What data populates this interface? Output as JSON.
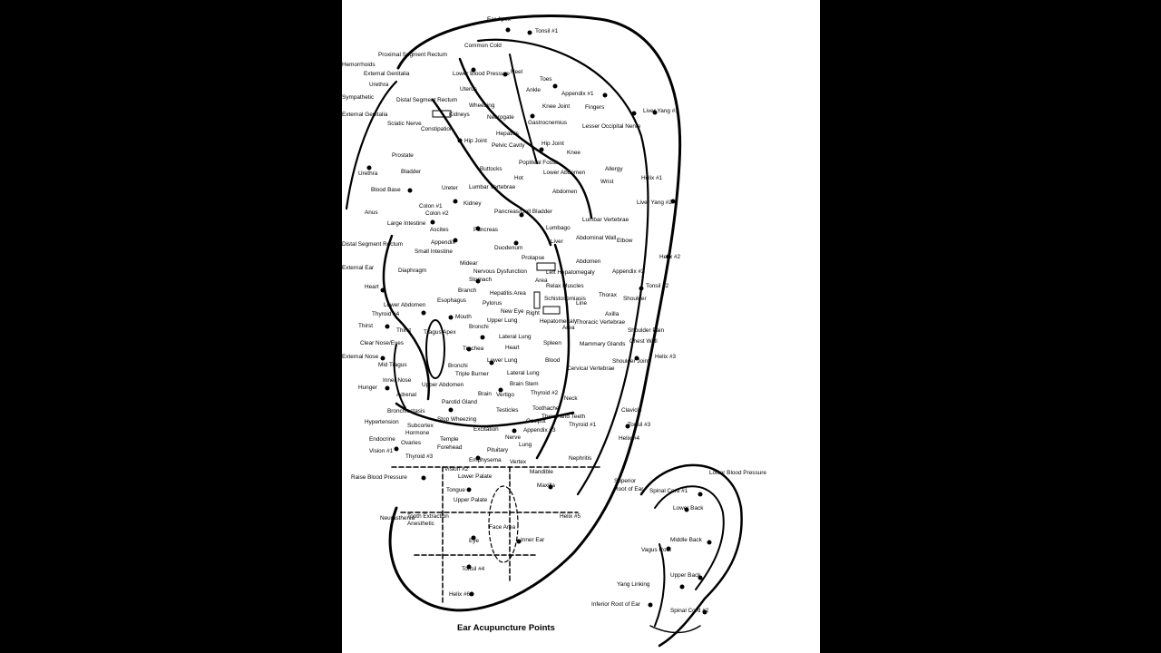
{
  "caption": "Ear Acupuncture Points",
  "labels": [
    "Ear Apex",
    "Tonsil #1",
    "Common Cold",
    "Proximal Segment Rectum",
    "Hemorrhoids",
    "External Genitalia",
    "Lower Blood Pressure",
    "Heel",
    "Toes",
    "Urethra",
    "Uterus",
    "Ankle",
    "Appendix #1",
    "Sympathetic",
    "Distal Segment Rectum",
    "Wheezing",
    "Knee Joint",
    "Fingers",
    "Liver Yang #1",
    "External Genitalia",
    "Kidneys",
    "Neurogate",
    "Gastrocnemius",
    "Sciatic Nerve",
    "Constipation",
    "Lesser Occipital Nerve",
    "Hepatitis",
    "Hip Joint",
    "Pelvic Cavity",
    "Hip Joint",
    "Prostate",
    "Knee",
    "Popliteal Fossa",
    "Allergy",
    "Buttocks",
    "Lower Abdomen",
    "Urethra",
    "Bladder",
    "Hot",
    "Wrist",
    "Helix #1",
    "Blood Base",
    "Lumbar Vertebrae",
    "Ureter",
    "Abdomen",
    "Liver Yang #2",
    "Colon #1",
    "Kidney",
    "Anus",
    "Colon #2",
    "Pancreas/Gall Bladder",
    "Large Intestine",
    "Lumbar Vertebrae",
    "Ascites",
    "Pancreas",
    "Lumbago",
    "Abdominal Wall",
    "Distal Segment Rectum",
    "Appendix",
    "Liver",
    "Elbow",
    "Small Intestine",
    "Duodenum",
    "Helix #2",
    "Prolapse",
    "Abdomen",
    "External Ear",
    "Diaphragm",
    "Midear",
    "Nervous Dysfunction",
    "Left Hepatomegaly",
    "Appendix #2",
    "Stomach",
    "Area",
    "Relax Muscles",
    "Tonsil #2",
    "Heart",
    "Branch",
    "Hepatitis Area",
    "Schistosomiasis",
    "Line",
    "Thorax",
    "Lower Abdomen",
    "Esophagus",
    "Pylorus",
    "Shoulder",
    "Thyroid #4",
    "Mouth",
    "New Eye",
    "Right",
    "Upper Lung",
    "Hepatomegaly",
    "Thoracic Vertebrae",
    "Axilla",
    "Thirst",
    "Thirst",
    "Bronchi",
    "Area",
    "Tragus Apex",
    "Lateral Lung",
    "Shoulder Pain",
    "Clear Nose/Eyes",
    "Trachea",
    "Heart",
    "Spleen",
    "Mammary Glands",
    "Chest Wall",
    "External Nose",
    "Lower Lung",
    "Blood",
    "Shoulder Joint",
    "Helix #3",
    "Mid Tragus",
    "Bronchi",
    "Triple Burner",
    "Lateral Lung",
    "Cervical Vertebrae",
    "Inner Nose",
    "Upper Abdomen",
    "Brain Stem",
    "Hunger",
    "Adrenal",
    "Brain",
    "Vertigo",
    "Thyroid #2",
    "Neck",
    "Parotid Gland",
    "Bronchiectasis",
    "Testicles",
    "Toothache",
    "Clavicle",
    "Stop Wheezing",
    "Throat and Teeth",
    "Hypertension",
    "Excitation",
    "Occiput",
    "Thyroid #1",
    "Tonsil #3",
    "Subcortex",
    "Hormone",
    "Nerve",
    "Appendix #3",
    "Endocrine",
    "Ovaries",
    "Temple",
    "Helix #4",
    "Forehead",
    "Lung",
    "Vision #1",
    "Thyroid #3",
    "Pituitary",
    "Nephritis",
    "Emphysema",
    "Vertex",
    "Vision #2",
    "Lower Palate",
    "Mandible",
    "Raise Blood Pressure",
    "Tongue",
    "Maxilla",
    "Upper Palate",
    "Neurasthenia",
    "Tooth Extraction",
    "Anesthetic",
    "Helix #5",
    "Face Area",
    "Eye",
    "Inner Ear",
    "Tonsil #4",
    "Helix #6",
    "Superior",
    "Root of Ear",
    "Spinal Cord #1",
    "Lower Blood Pressure",
    "Lower Back",
    "Vagus Root",
    "Middle Back",
    "Upper Back",
    "Yang Linking",
    "Inferior Root of Ear",
    "Spinal Cord #2"
  ]
}
